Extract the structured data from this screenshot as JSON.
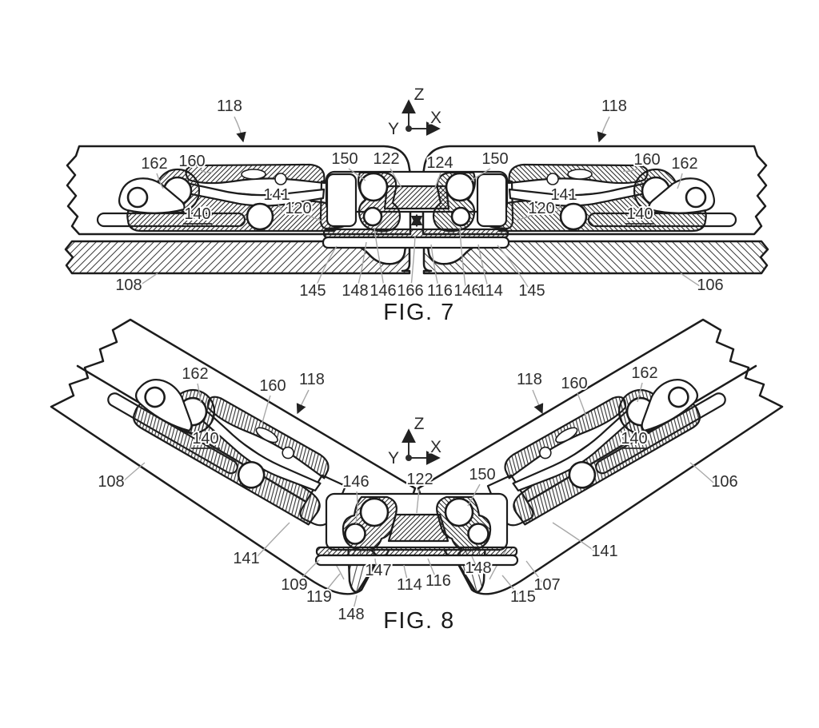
{
  "document": {
    "type": "patent-figure-sheet",
    "background": "#ffffff"
  },
  "style": {
    "line_color": "#1c1c1c",
    "leader_color": "#a8a8a8",
    "text_color": "#2e2e2e"
  },
  "figure7": {
    "caption": "FIG. 7",
    "axis": {
      "z": "Z",
      "x": "X",
      "y": "Y"
    },
    "labels": [
      {
        "text": "118"
      },
      {
        "text": "118"
      },
      {
        "text": "162"
      },
      {
        "text": "160"
      },
      {
        "text": "150"
      },
      {
        "text": "122"
      },
      {
        "text": "124"
      },
      {
        "text": "150"
      },
      {
        "text": "160"
      },
      {
        "text": "162"
      },
      {
        "text": "141"
      },
      {
        "text": "120"
      },
      {
        "text": "140",
        "underlined": true
      },
      {
        "text": "120"
      },
      {
        "text": "141"
      },
      {
        "text": "140",
        "underlined": true
      },
      {
        "text": "108"
      },
      {
        "text": "145"
      },
      {
        "text": "148"
      },
      {
        "text": "146"
      },
      {
        "text": "166"
      },
      {
        "text": "116"
      },
      {
        "text": "146"
      },
      {
        "text": "114"
      },
      {
        "text": "145"
      },
      {
        "text": "106"
      }
    ]
  },
  "figure8": {
    "caption": "FIG. 8",
    "axis": {
      "z": "Z",
      "x": "X",
      "y": "Y"
    },
    "labels": [
      {
        "text": "162"
      },
      {
        "text": "160"
      },
      {
        "text": "118"
      },
      {
        "text": "140",
        "underlined": true
      },
      {
        "text": "108"
      },
      {
        "text": "146"
      },
      {
        "text": "122"
      },
      {
        "text": "150"
      },
      {
        "text": "118"
      },
      {
        "text": "160"
      },
      {
        "text": "162"
      },
      {
        "text": "140",
        "underlined": true
      },
      {
        "text": "106"
      },
      {
        "text": "141"
      },
      {
        "text": "109"
      },
      {
        "text": "119"
      },
      {
        "text": "148"
      },
      {
        "text": "147"
      },
      {
        "text": "114"
      },
      {
        "text": "116"
      },
      {
        "text": "148"
      },
      {
        "text": "115"
      },
      {
        "text": "107"
      },
      {
        "text": "141"
      }
    ]
  }
}
